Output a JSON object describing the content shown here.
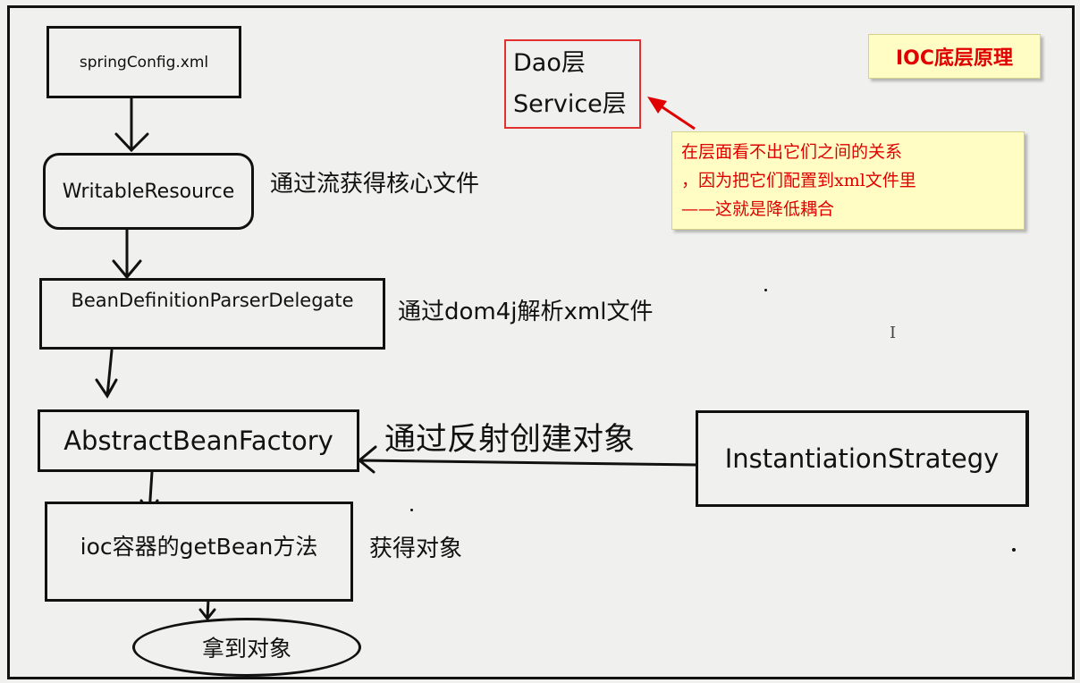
{
  "boxes": {
    "spring_config": "springConfig.xml",
    "writable_resource": "WritableResource",
    "bean_def_parser": "BeanDefinitionParserDelegate",
    "abstract_bean_factory": "AbstractBeanFactory",
    "instantiation_strategy": "InstantiationStrategy",
    "ioc_get_bean": "ioc容器的getBean方法",
    "get_object": "拿到对象"
  },
  "labels": {
    "read_core_file": "通过流获得核心文件",
    "parse_xml": "通过dom4j解析xml文件",
    "reflect_create": "通过反射创建对象",
    "obtain_object": "获得对象"
  },
  "layers": {
    "dao": "Dao层",
    "service": "Service层"
  },
  "callout": {
    "line1": "在层面看不出它们之间的关系",
    "line2": "，因为把它们配置到xml文件里",
    "line3": "——这就是降低耦合"
  },
  "title": "IOC底层原理",
  "colors": {
    "note_text": "#e00000",
    "note_bg": "#fffcc4",
    "layer_border": "#e23030"
  }
}
